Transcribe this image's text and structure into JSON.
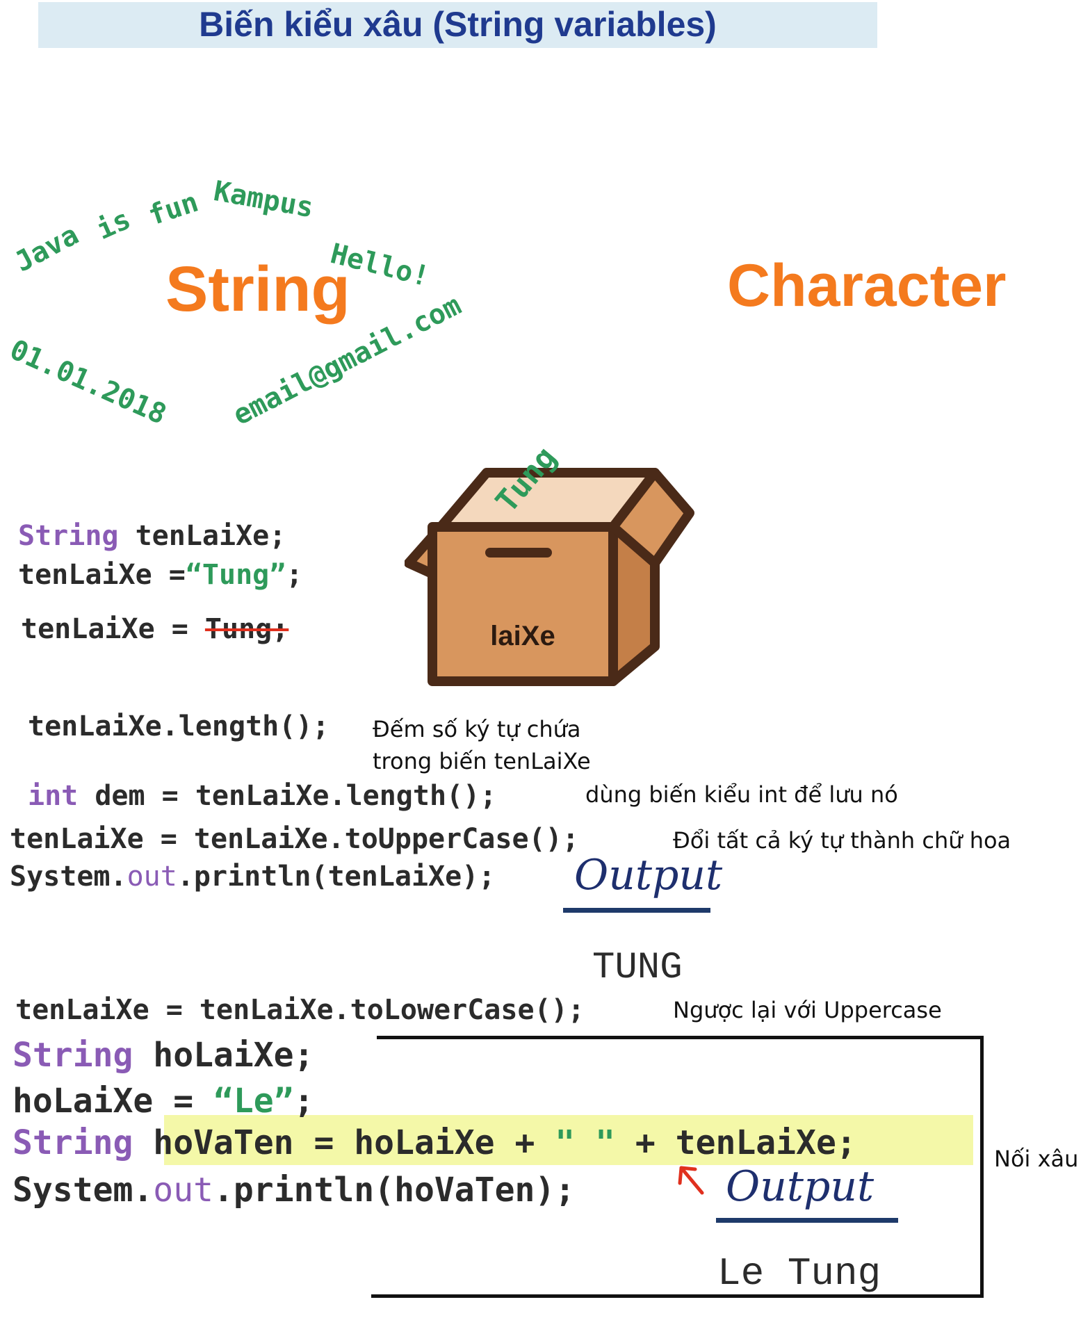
{
  "header": {
    "title": "Biến kiểu xâu (String variables)"
  },
  "cloud": {
    "java": "Java",
    "is": "is",
    "fun": "fun",
    "kampus": "Kampus",
    "hello": "Hello!",
    "date": "01.01.2018",
    "email": "email@gmail.com",
    "center": "String"
  },
  "character_label": "Character",
  "box": {
    "label": "laiXe",
    "content": "Tung"
  },
  "code": {
    "l1_kw": "String",
    "l1_rest": " tenLaiXe;",
    "l2_a": "tenLaiXe =",
    "l2_str": "“Tung”",
    "l2_end": ";",
    "l3_a": "tenLaiXe = ",
    "l3_strike": "Tung;",
    "l4": "tenLaiXe.length();",
    "l4_note_1": "Đếm số ký tự chứa",
    "l4_note_2": "trong biến tenLaiXe",
    "l5_kw": "int",
    "l5_rest": " dem =  tenLaiXe.length();",
    "l5_note": "dùng biến kiểu int để lưu nó",
    "l6": "tenLaiXe =  tenLaiXe.toUpperCase();",
    "l6_note": "Đổi tất cả ký tự thành chữ hoa",
    "l7_a": "System.",
    "l7_field": "out",
    "l7_b": ".println(tenLaiXe);",
    "output_label_1": "Output",
    "output_1": "TUNG",
    "l8": "tenLaiXe = tenLaiXe.toLowerCase();",
    "l8_note": "Ngược lại với Uppercase",
    "l9_kw": "String",
    "l9_rest": " hoLaiXe;",
    "l10_a": "hoLaiXe = ",
    "l10_str": "“Le”",
    "l10_end": ";",
    "l11_kw": "String",
    "l11_a": " hoVaTen = hoLaiXe + ",
    "l11_str": "\" \"",
    "l11_b": " + tenLaiXe;",
    "l11_note": "Nối xâu",
    "l12_a": "System.",
    "l12_field": "out",
    "l12_b": ".println(hoVaTen);",
    "output_label_2": "Output",
    "output_2": "Le Tung"
  },
  "colors": {
    "header_bg": "#dcebf3",
    "header_text": "#1f3a8f",
    "highlight": "#f4f8a8",
    "orange": "#f47a1e",
    "green": "#2e9a5a",
    "keyword": "#8a5bb5",
    "box_fill": "#d8965e",
    "box_stroke": "#4a2a18"
  }
}
